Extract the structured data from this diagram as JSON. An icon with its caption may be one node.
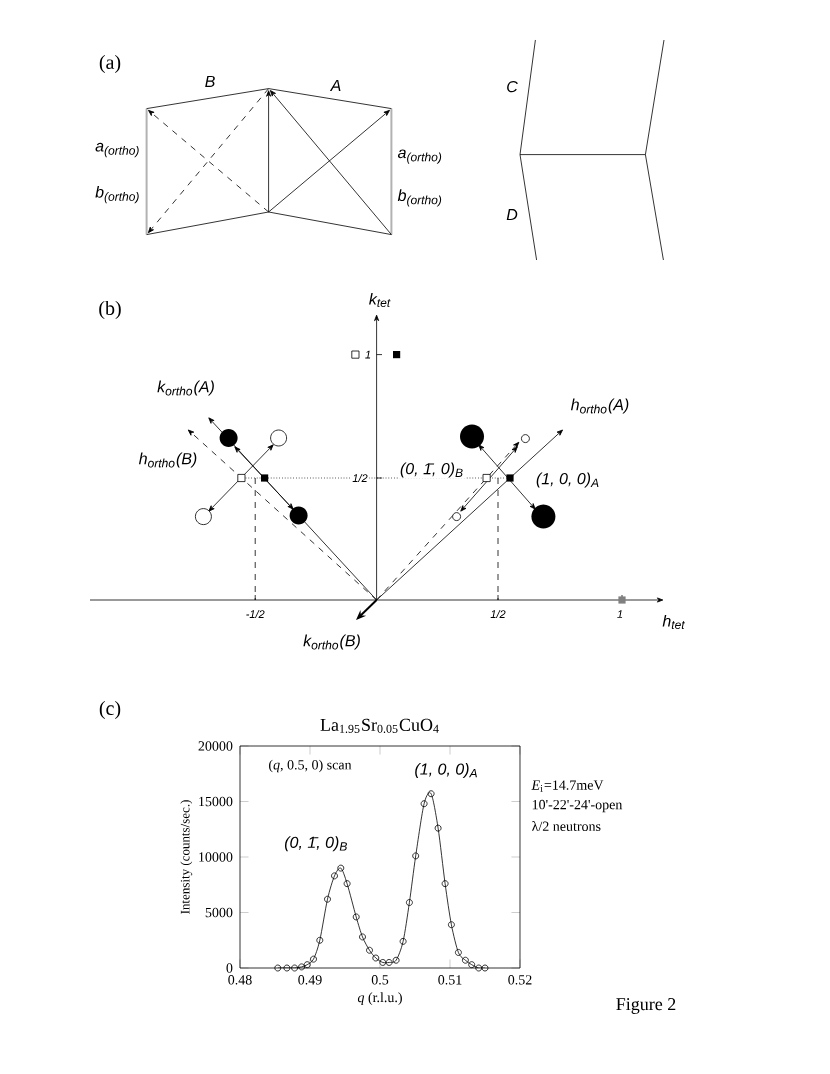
{
  "diagram": {
    "labels": [
      "(a)",
      "B",
      "A",
      "C",
      "a$_{(ortho)}$",
      "a$_{(ortho)}$",
      "b$_{(ortho)}$",
      "b$_{(ortho)}$",
      "D",
      "(b)",
      "k$_{tet}$",
      "1",
      "k$_{ortho}$(A)",
      "h$_{ortho}$(A)",
      "h$_{ortho}$(B)",
      "1/2",
      "(0, 1̄, 0)$_{B}$",
      "(1, 0, 0)$_{A}$",
      "-1/2",
      "1/2",
      "1",
      "h$_{tet}$",
      "k$_{ortho}$(B)",
      "(c)",
      "*E*$_{i}$=14.7meV",
      "10'-22'-24'-open",
      "λ/2 neutrons",
      "Figure 2"
    ],
    "chart_data": {
      "type": "line",
      "title": "La$_{1.95}$Sr$_{0.05}$CuO$_{4}$",
      "xlabel": "*q* (r.l.u.)",
      "ylabel": "Intensity (counts/sec.)",
      "x": [
        0.4854,
        0.4867,
        0.4878,
        0.4888,
        0.4896,
        0.4905,
        0.4914,
        0.4925,
        0.4935,
        0.4944,
        0.4953,
        0.4966,
        0.4975,
        0.4985,
        0.4994,
        0.5004,
        0.5013,
        0.5023,
        0.5033,
        0.5042,
        0.5051,
        0.5063,
        0.5073,
        0.5083,
        0.5093,
        0.5102,
        0.5112,
        0.5122,
        0.5131,
        0.5141,
        0.515
      ],
      "series": [
        {
          "color": "#000000",
          "marker": "circle",
          "values": [
            0,
            0,
            0,
            100,
            300,
            800,
            2500,
            6200,
            8300,
            9000,
            7600,
            4600,
            2800,
            1600,
            900,
            500,
            500,
            700,
            2400,
            5900,
            10100,
            14800,
            15700,
            12600,
            7600,
            3900,
            1400,
            700,
            300,
            0,
            0
          ]
        }
      ],
      "xlim": [
        0.48,
        0.52
      ],
      "ylim": [
        0,
        20000
      ],
      "xticks": [
        0.48,
        0.49,
        0.5,
        0.51,
        0.52
      ],
      "yticks": [
        0,
        5000,
        10000,
        15000,
        20000
      ],
      "annotations": [
        "(*q*, 0.5, 0) scan",
        "(1, 0, 0)$_{A}$",
        "(0, 1̄, 0)$_{B}$"
      ]
    }
  }
}
